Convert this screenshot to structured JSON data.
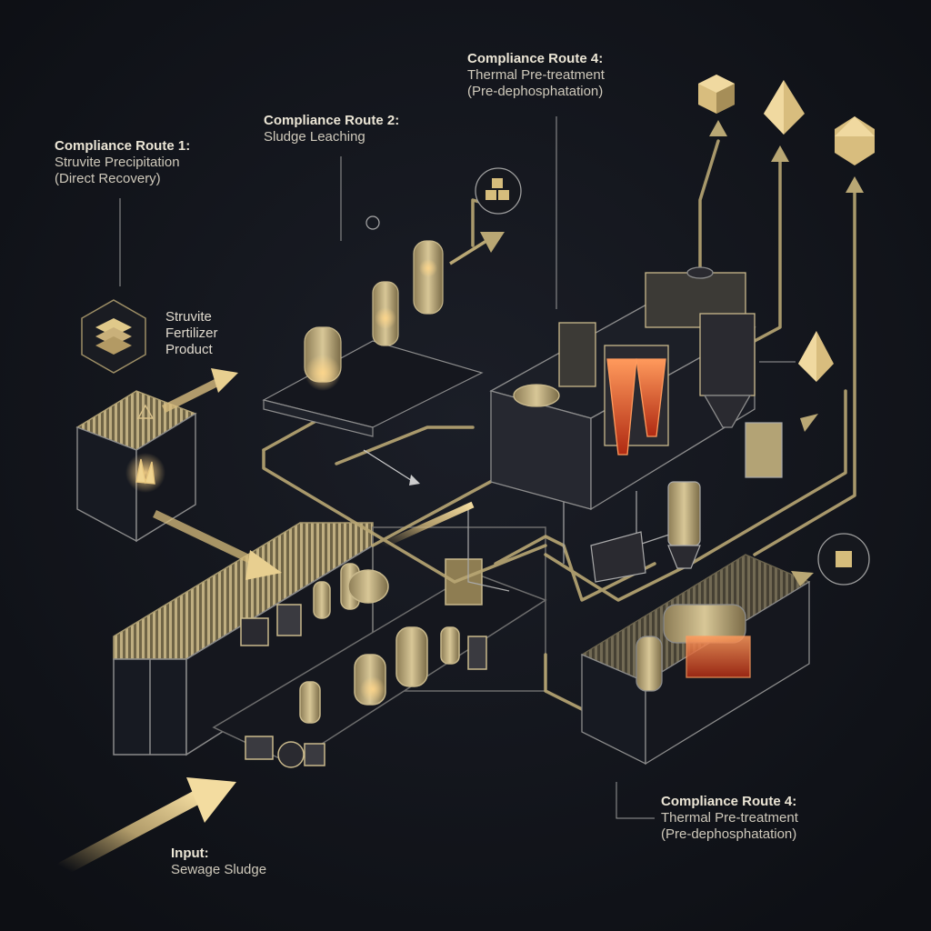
{
  "routes": [
    {
      "title": "Compliance Route 1:",
      "lines": [
        "Struvite Precipitation",
        "(Direct Recovery)"
      ]
    },
    {
      "title": "Compliance Route 2:",
      "lines": [
        "Sludge Leaching"
      ]
    },
    {
      "title": "Compliance Route 4:",
      "lines": [
        "Thermal Pre-treatment",
        "(Pre-dephosphatation)"
      ]
    },
    {
      "title": "Compliance Route 4:",
      "lines": [
        "Thermal Pre-treatment",
        "(Pre-dephosphatation)"
      ]
    }
  ],
  "product": {
    "lines": [
      "Struvite",
      "Fertilizer",
      "Product"
    ]
  },
  "input": {
    "title": "Input:",
    "line": "Sewage Sludge"
  },
  "colors": {
    "background": "#12141b",
    "pipe": "#b9a774",
    "equipment": "#c9b98c",
    "wireframe": "#8c8c8c",
    "furnace_glow": "#e8643a",
    "product_gold": "#e0c98a"
  },
  "icons": [
    "stacked-layers-icon",
    "stacked-boxes-icon",
    "cube-icon",
    "octahedron-icon",
    "icosahedron-icon",
    "square-icon",
    "crystal-icon"
  ]
}
